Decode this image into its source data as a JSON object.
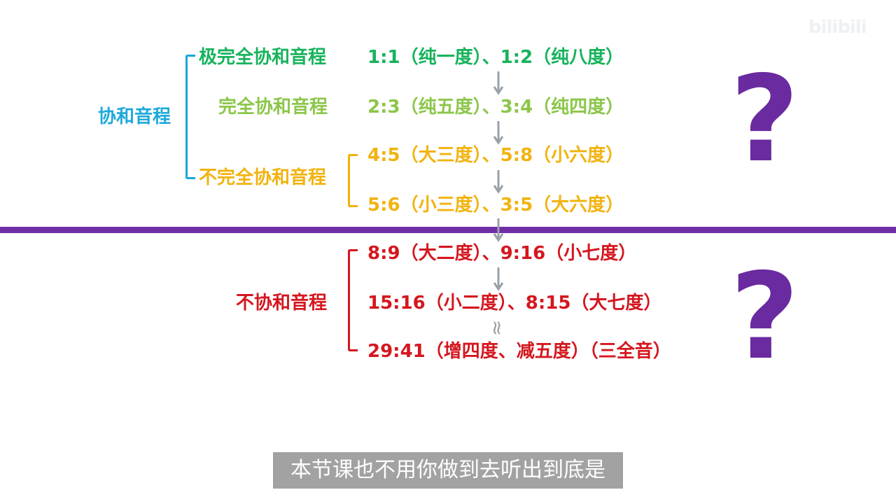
{
  "watermark": "bilibili",
  "categories": {
    "consonant": "协和音程",
    "extreme_perfect": "极完全协和音程",
    "perfect": "完全协和音程",
    "imperfect": "不完全协和音程",
    "dissonant": "不协和音程"
  },
  "intervals": {
    "row1": "1:1（纯一度）、1:2（纯八度）",
    "row2": "2:3（纯五度）、3:4（纯四度）",
    "row3": "4:5（大三度）、5:8（小六度）",
    "row4": "5:6（小三度）、3:5（大六度）",
    "row5": "8:9（大二度）、9:16（小七度）",
    "row6": "15:16（小二度）、8:15（大七度）",
    "row7": "29:41（增四度、减五度）（三全音）"
  },
  "approx_symbol": "≈",
  "question_mark": "?",
  "subtitle": "本节课也不用你做到去听出到底是",
  "colors": {
    "dark_green": "#17b35c",
    "light_green": "#8cc64a",
    "yellow": "#f2b30f",
    "blue": "#1fa9db",
    "red": "#d4171f",
    "purple": "#6f2fa6",
    "arrow_gray": "#9aa0a8"
  }
}
